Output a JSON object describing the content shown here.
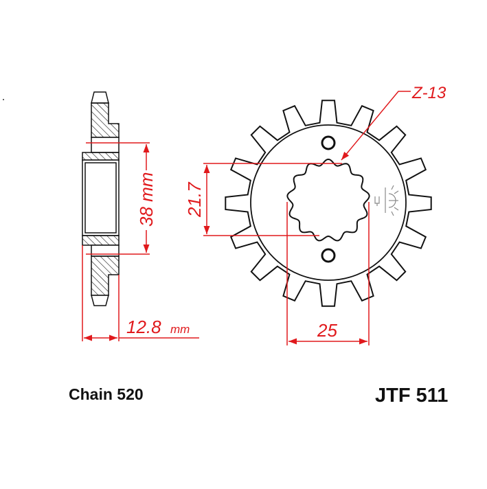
{
  "labels": {
    "teeth": "Z-13",
    "spline_height": "21.7",
    "hub_diameter": "38 mm",
    "width": "12.8",
    "width_unit": "mm",
    "spline_width": "25",
    "chain": "Chain 520",
    "part_number": "JTF 511"
  },
  "colors": {
    "dimension": "#e0191c",
    "outline": "#111111"
  }
}
